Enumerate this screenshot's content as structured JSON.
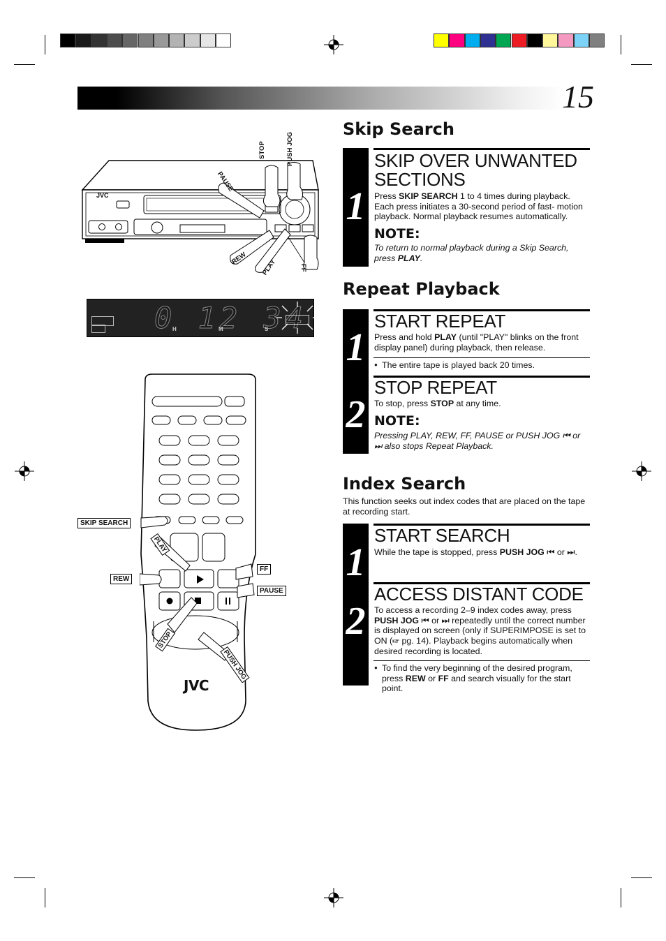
{
  "page_number": "15",
  "colors": {
    "grays": [
      "#000000",
      "#1a1a1a",
      "#333333",
      "#4d4d4d",
      "#666666",
      "#808080",
      "#999999",
      "#b3b3b3",
      "#cccccc",
      "#e6e6e6",
      "#ffffff"
    ],
    "process": [
      "#ffff00",
      "#ff0080",
      "#00aeef",
      "#2e3192",
      "#00a651",
      "#ed1c24",
      "#000000",
      "#fff799",
      "#f49ac1",
      "#7dd3f7",
      "#808080"
    ]
  },
  "vcr": {
    "brand": "JVC",
    "labels": {
      "stop": "STOP",
      "push_jog": "PUSH JOG",
      "pause": "PAUSE",
      "rew": "REW",
      "play": "PLAY",
      "ff": "FF"
    }
  },
  "display": {
    "digits": "0 12 34",
    "h": "H",
    "m": "M",
    "s": "S"
  },
  "remote": {
    "brand": "JVC",
    "callouts": {
      "skip_search": "SKIP SEARCH",
      "play": "PLAY",
      "rew": "REW",
      "ff": "FF",
      "pause": "PAUSE",
      "stop": "STOP",
      "push_jog": "PUSH JOG"
    }
  },
  "skip_search": {
    "title": "Skip Search",
    "step1": {
      "num": "1",
      "title": "SKIP OVER UNWANTED SECTIONS",
      "text_pre": "Press ",
      "text_bold": "SKIP SEARCH",
      "text_post": " 1 to 4 times during playback. Each press initiates a 30-second period of fast- motion playback. Normal playback resumes automatically.",
      "note_label": "NOTE:",
      "note_pre": "To return to normal playback during a Skip Search, press ",
      "note_bold": "PLAY",
      "note_post": "."
    }
  },
  "repeat_playback": {
    "title": "Repeat Playback",
    "step1": {
      "num": "1",
      "title": "START REPEAT",
      "text_pre": "Press and hold ",
      "text_bold": "PLAY",
      "text_post": " (until \"PLAY\" blinks on the front display panel) during playback, then release.",
      "bullet": "The entire tape is played back 20 times."
    },
    "step2": {
      "num": "2",
      "title": "STOP REPEAT",
      "text_pre": "To stop, press ",
      "text_bold": "STOP",
      "text_post": " at any time.",
      "note_label": "NOTE:",
      "note": "Pressing PLAY, REW, FF, PAUSE or PUSH JOG ⏮ or ⏭ also stops Repeat Playback."
    }
  },
  "index_search": {
    "title": "Index Search",
    "intro": "This function seeks out index codes that are placed on the tape at recording start.",
    "step1": {
      "num": "1",
      "title": "START SEARCH",
      "text_pre": "While the tape is stopped, press ",
      "text_bold": "PUSH JOG",
      "text_post": " ⏮ or ⏭."
    },
    "step2": {
      "num": "2",
      "title": "ACCESS DISTANT CODE",
      "text_pre": "To access a recording 2–9 index codes away, press ",
      "text_bold": "PUSH JOG",
      "text_post": " ⏮ or ⏭ repeatedly until the correct number is displayed on screen (only if SUPERIMPOSE is set to ON (☞ pg. 14). Playback begins automatically when desired recording is located.",
      "bullet_pre": "To find the very beginning of the desired program, press ",
      "bullet_b1": "REW",
      "bullet_mid": " or ",
      "bullet_b2": "FF",
      "bullet_post": " and search visually for the start point."
    }
  }
}
